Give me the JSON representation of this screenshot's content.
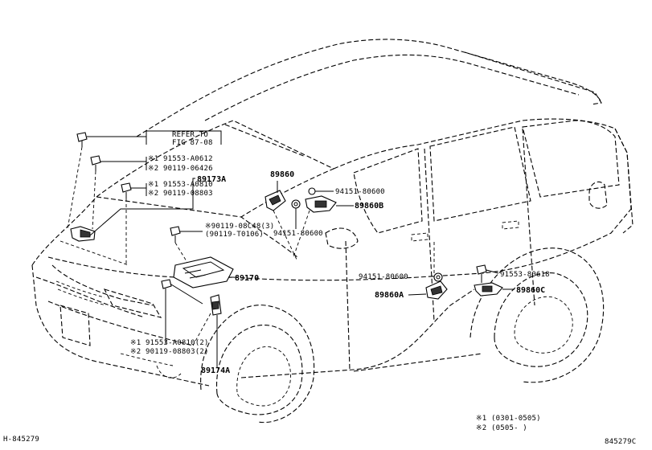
{
  "diagram": {
    "refer_line1": "REFER TO",
    "refer_line2": "FIG 87-08",
    "callouts": {
      "a_91553_a0612": "※1 91553-A0612",
      "a_90119_06426": "※2 90119-06426",
      "a_89173a": "89173A",
      "a_91553_a0810": "※1 91553-A0810",
      "a_90119_08803": "※2 90119-08803",
      "a_89860": "89860",
      "a_94151_80600_top": "94151-80600",
      "a_89860b": "89860B",
      "a_90119_08c48": "※90119-08C48(3)",
      "a_90119_t0106": "(90119-T0106)",
      "a_94151_80600_mid": "94151-80600",
      "a_89170": "89170",
      "a_94151_80600_low": "94151-80600",
      "a_91553_80618": "91553-80618",
      "a_89860a": "89860A",
      "a_89860c": "89860C",
      "a_91553_a0810_2": "※1 91553-A0810(2)",
      "a_90119_08803_2": "※2 90119-08803(2)",
      "a_89174a": "89174A"
    },
    "footnote1": "※1 (0301-0505)",
    "footnote2": "※2 (0505-     )",
    "code_left": "H-845279",
    "code_right": "845279C"
  }
}
